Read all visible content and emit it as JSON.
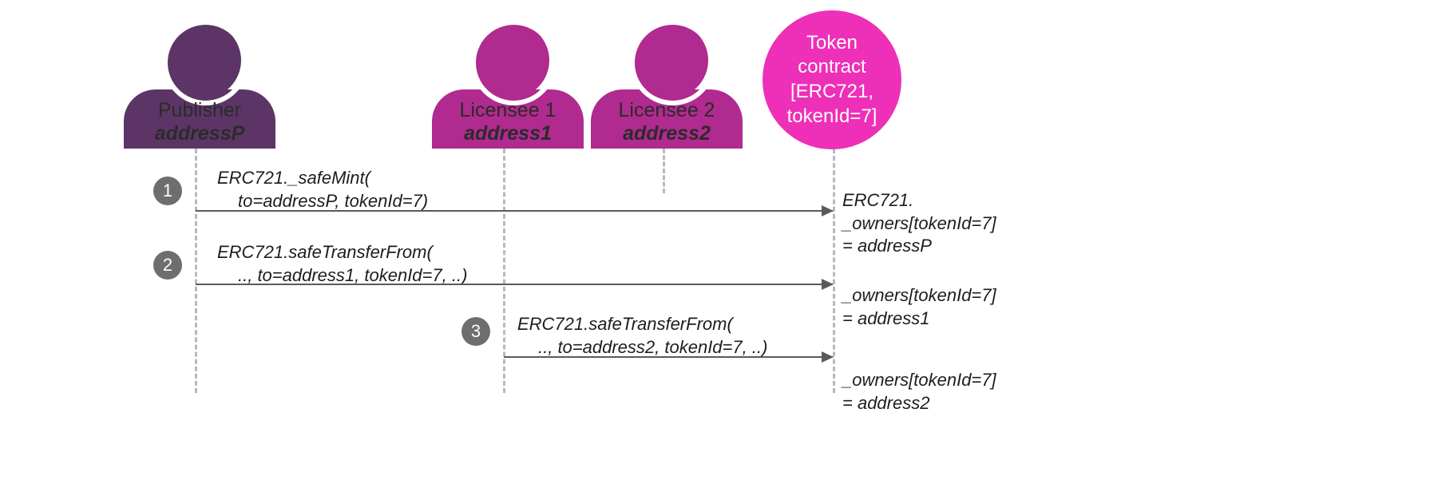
{
  "diagram": {
    "type": "uml-sequence-diagram",
    "title": "ERC721 token minting and transfer sequence",
    "colors": {
      "publisher": "#5C3566",
      "licensee": "#B02A8F",
      "contract": "#EE2FB8",
      "lifeline": "#b9b9b9",
      "arrow": "#5a5a5a",
      "badge": "#6e6e6e",
      "background": "#ffffff"
    },
    "actors": [
      {
        "id": "publisher",
        "name": "Publisher",
        "address": "addressP",
        "shape": "person",
        "color": "#5C3566"
      },
      {
        "id": "licensee1",
        "name": "Licensee 1",
        "address": "address1",
        "shape": "person",
        "color": "#B02A8F"
      },
      {
        "id": "licensee2",
        "name": "Licensee 2",
        "address": "address2",
        "shape": "person",
        "color": "#B02A8F"
      },
      {
        "id": "contract",
        "name": "Token contract",
        "shape": "circle",
        "color": "#EE2FB8",
        "lines": [
          "Token",
          "contract",
          "[ERC721,",
          "tokenId=7]"
        ]
      }
    ],
    "messages": [
      {
        "number": "1",
        "from": "publisher",
        "to": "contract",
        "line1": "ERC721._safeMint(",
        "line2": "to=addressP, tokenId=7)"
      },
      {
        "number": "2",
        "from": "publisher",
        "to": "contract",
        "line1": "ERC721.safeTransferFrom(",
        "line2": ".., to=address1, tokenId=7, ..)"
      },
      {
        "number": "3",
        "from": "licensee1",
        "to": "contract",
        "line1": "ERC721.safeTransferFrom(",
        "line2": ".., to=address2, tokenId=7, ..)"
      }
    ],
    "notes": [
      {
        "id": "note1",
        "lines": [
          "ERC721.",
          "_owners[tokenId=7]",
          "= addressP"
        ]
      },
      {
        "id": "note2",
        "lines": [
          "_owners[tokenId=7]",
          "= address1"
        ]
      },
      {
        "id": "note3",
        "lines": [
          "_owners[tokenId=7]",
          "= address2"
        ]
      }
    ]
  }
}
